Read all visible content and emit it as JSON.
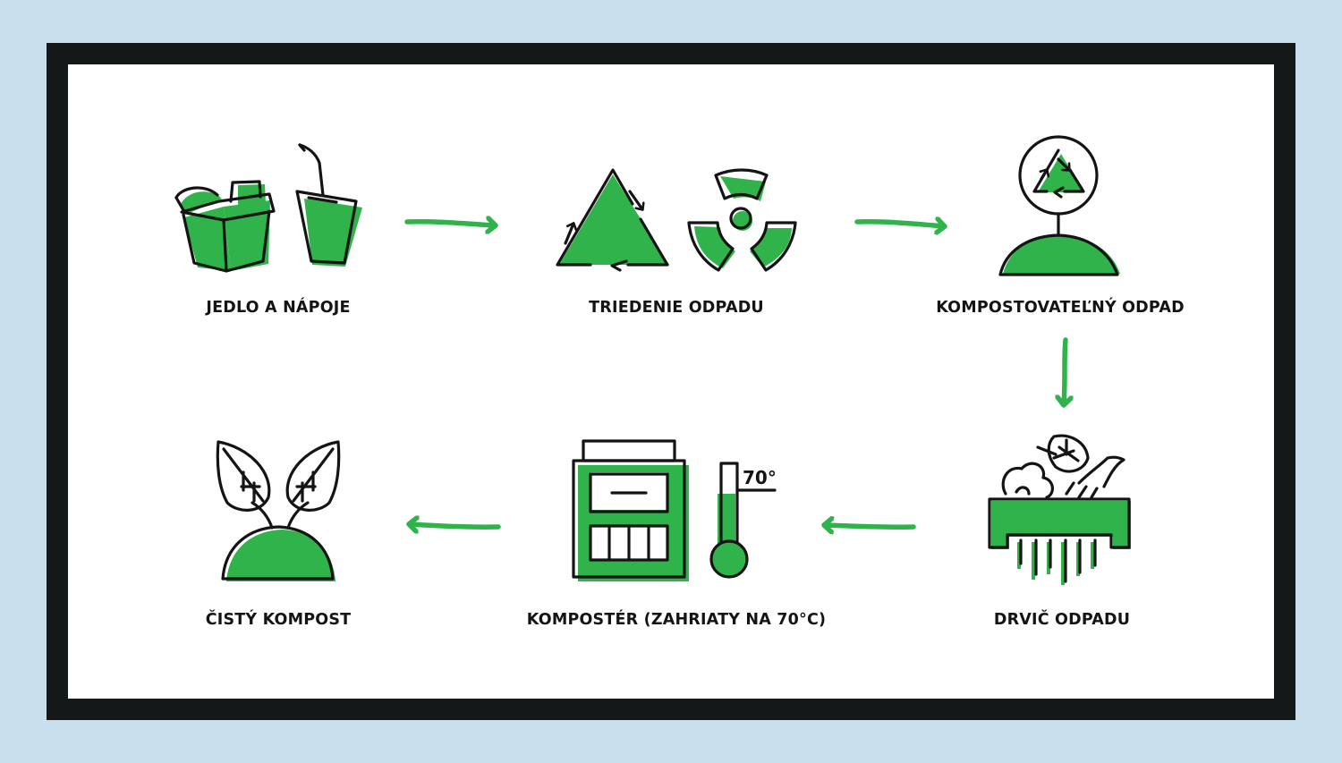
{
  "colors": {
    "accent": "#2fb34a",
    "ink": "#141414",
    "frame": "#131918",
    "background": "#c8e0ee"
  },
  "steps": [
    {
      "id": "food",
      "label": "JEDLO A NÁPOJE",
      "icon": "food-box-and-drink-cup-icon"
    },
    {
      "id": "sorting",
      "label": "TRIEDENIE ODPADU",
      "icon": "recycle-and-radiation-icon"
    },
    {
      "id": "compostable",
      "label": "KOMPOSTOVATEĽNÝ ODPAD",
      "icon": "recycle-sign-on-mound-icon"
    },
    {
      "id": "shredder",
      "label": "DRVIČ ODPADU",
      "icon": "shredder-icon"
    },
    {
      "id": "composter",
      "label": "KOMPOSTÉR (ZAHRIATY NA 70°C)",
      "icon": "composter-and-thermometer-icon",
      "temperature": "70°"
    },
    {
      "id": "compost",
      "label": "ČISTÝ KOMPOST",
      "icon": "sprout-on-soil-icon"
    }
  ]
}
